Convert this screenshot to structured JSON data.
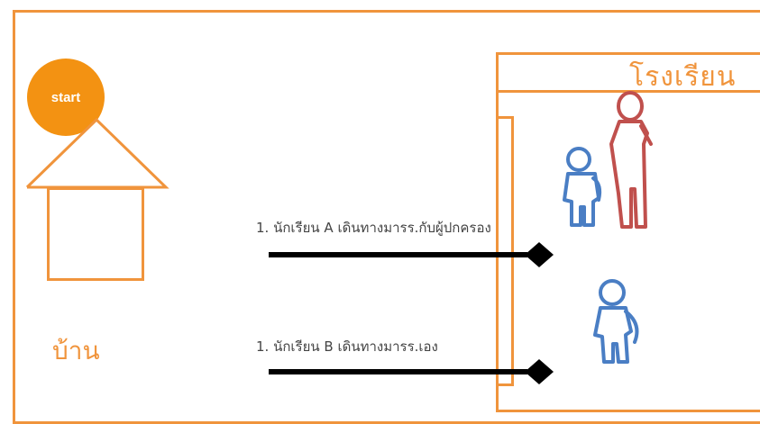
{
  "start": {
    "label": "start"
  },
  "home": {
    "label": "บ้าน"
  },
  "school": {
    "label": "โรงเรียน"
  },
  "routes": [
    {
      "label": "1. นักเรียน A เดินทางมารร.กับผู้ปกครอง"
    },
    {
      "label": "1. นักเรียน B เดินทางมารร.เอง"
    }
  ],
  "colors": {
    "frame": "#f0943c",
    "start_fill": "#f39212",
    "parent": "#c0504d",
    "student": "#4a7ec4",
    "arrow": "#000000"
  },
  "icons": [
    "house-icon",
    "student-a-icon",
    "parent-icon",
    "student-b-icon"
  ]
}
